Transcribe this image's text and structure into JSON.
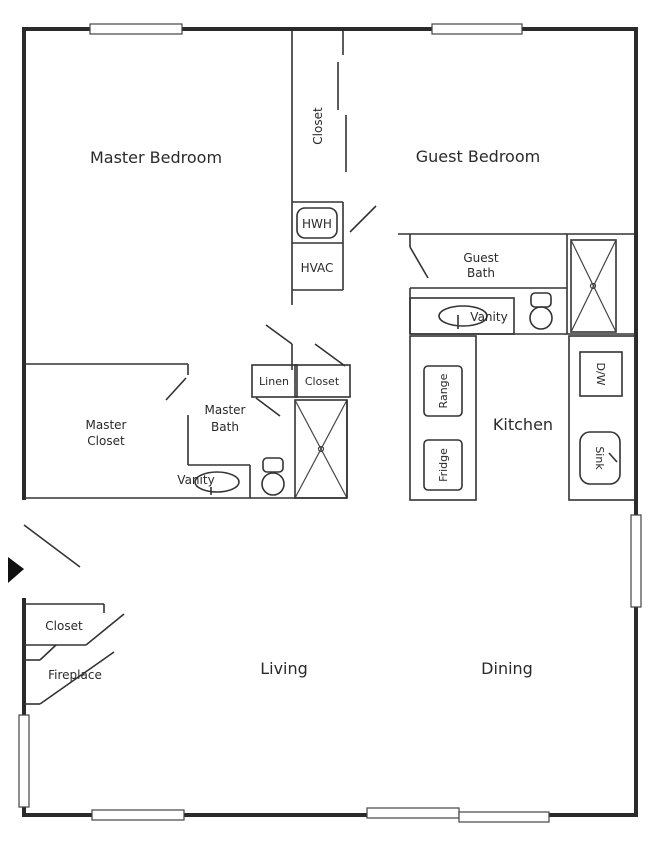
{
  "rooms": {
    "master_bedroom": "Master Bedroom",
    "guest_bedroom": "Guest Bedroom",
    "closet_hall": "Closet",
    "hwh": "HWH",
    "hvac": "HVAC",
    "guest_bath_line1": "Guest",
    "guest_bath_line2": "Bath",
    "guest_vanity": "Vanity",
    "linen": "Linen",
    "closet_bath": "Closet",
    "master_closet_line1": "Master",
    "master_closet_line2": "Closet",
    "master_bath_line1": "Master",
    "master_bath_line2": "Bath",
    "master_vanity": "Vanity",
    "range": "Range",
    "fridge": "Fridge",
    "kitchen": "Kitchen",
    "dw": "D/W",
    "sink": "Sink",
    "closet_entry": "Closet",
    "fireplace": "Fireplace",
    "living": "Living",
    "dining": "Dining"
  },
  "colors": {
    "wall": "#2a2a2a",
    "line": "#333333",
    "background": "#ffffff",
    "entry_marker": "#111111"
  }
}
